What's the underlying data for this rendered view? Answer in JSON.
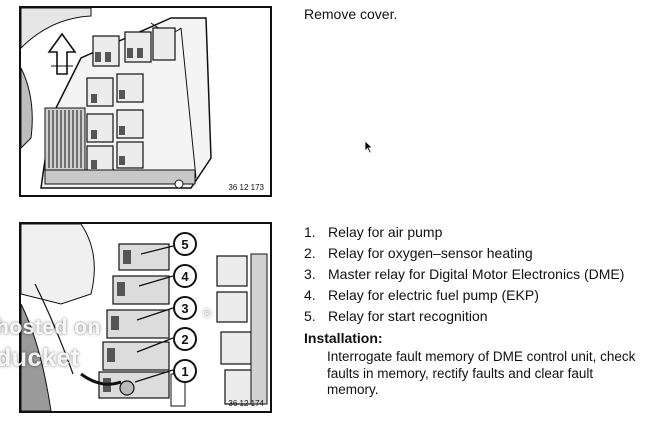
{
  "figure1": {
    "code": "36 12 173"
  },
  "figure2": {
    "code": "36 12 174",
    "callouts": [
      "5",
      "4",
      "3",
      "2",
      "1"
    ]
  },
  "instructions": {
    "remove": "Remove cover."
  },
  "relays": [
    {
      "num": "1.",
      "label": "Relay for air pump"
    },
    {
      "num": "2.",
      "label": "Relay for oxygen–sensor heating"
    },
    {
      "num": "3.",
      "label": "Master relay for Digital Motor Electronics (DME)"
    },
    {
      "num": "4.",
      "label": "Relay for electric fuel pump (EKP)"
    },
    {
      "num": "5.",
      "label": "Relay for start recognition"
    }
  ],
  "installation": {
    "heading": "Installation:",
    "body": "Interrogate fault memory of DME control unit, check faults in memory, rectify faults and clear fault memory."
  },
  "watermark": {
    "line1": "hosted on",
    "line2": "ducket",
    "mark": "®"
  },
  "colors": {
    "ink": "#111111",
    "grey": "#8a8a8a",
    "light": "#d9d9d9"
  }
}
